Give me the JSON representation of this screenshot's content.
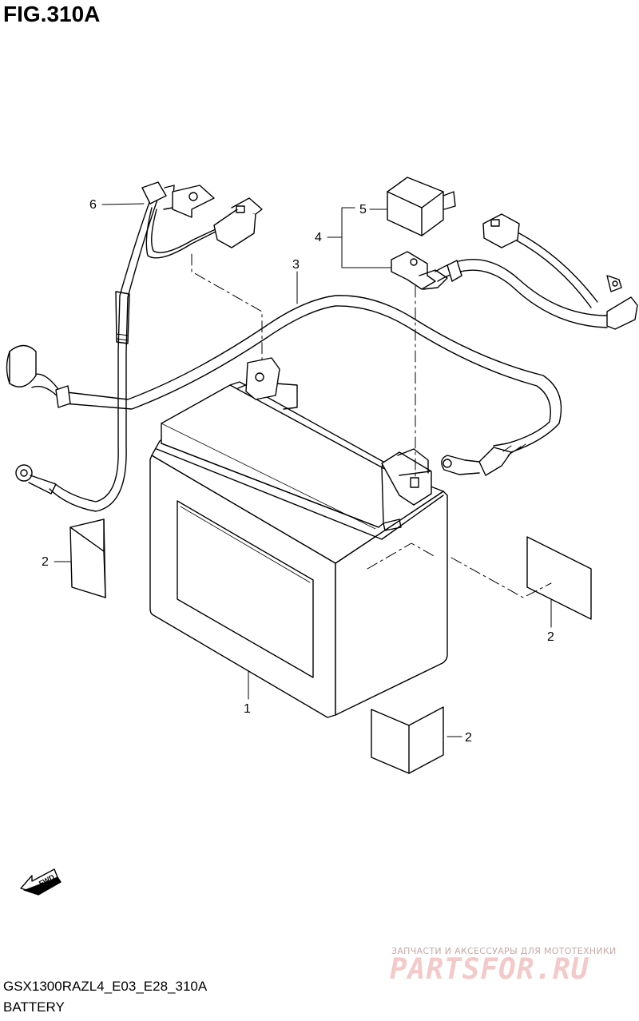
{
  "figure": {
    "title": "FIG.310A",
    "model_code": "GSX1300RAZL4_E03_E28_310A",
    "section_name": "BATTERY"
  },
  "callouts": {
    "battery": "1",
    "pad_left": "2",
    "pad_right": "2",
    "pad_bottom": "2",
    "cable_main": "3",
    "bracket_assembly": "4",
    "cover": "5",
    "lead_wire": "6"
  },
  "fwd_label": "FWD",
  "watermark": {
    "line1": "ЗАПЧАСТИ И АКСЕССУАРЫ ДЛЯ МОТОТЕХНИКИ",
    "line2": "PARTSFOR.RU"
  },
  "colors": {
    "line": "#000000",
    "background": "#ffffff",
    "watermark_text": "#f3c9c9"
  }
}
